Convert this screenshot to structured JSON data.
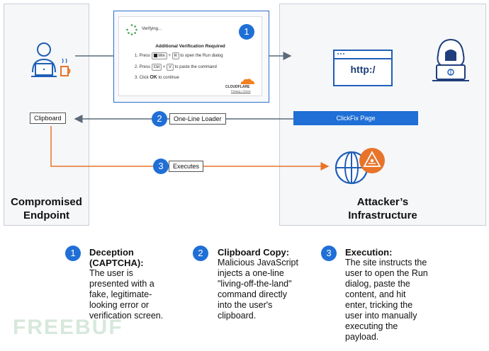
{
  "panels": {
    "left_title": [
      "Compromised",
      "Endpoint"
    ],
    "right_title": [
      "Attacker’s",
      "Infrastructure"
    ]
  },
  "captcha": {
    "verifying": "Verifying...",
    "title": "Additional Verification Required",
    "step1_prefix": "1. Press",
    "step1_key1": "Win",
    "step1_key2": "R",
    "step1_suffix": "to open the Run dialog",
    "step2_prefix": "2. Press",
    "step2_key1": "Ctrl",
    "step2_key2": "V",
    "step2_suffix": "to paste the command",
    "step3_prefix": "3. Click",
    "step3_bold": "OK",
    "step3_suffix": "to continue",
    "plus": "+",
    "brand": "CLOUDFLARE",
    "brand_links": "Privacy • Terms"
  },
  "badges": {
    "one": "1",
    "two": "2",
    "three": "3"
  },
  "labels": {
    "clipboard": "Clipboard",
    "loader": "One-Line Loader",
    "executes": "Executes",
    "clickfix_page": "ClickFix Page",
    "browser_text": "http:/"
  },
  "steps": [
    {
      "num": "1",
      "head": [
        "Deception",
        "(CAPTCHA):"
      ],
      "body": [
        "The user is",
        "presented with a",
        "fake, legitimate-",
        "looking error or",
        "verification screen."
      ]
    },
    {
      "num": "2",
      "head": [
        "Clipboard Copy:"
      ],
      "body": [
        "Malicious JavaScript",
        "injects a one-line",
        "\"living-off-the-land\"",
        "command directly",
        "into the user's",
        "clipboard."
      ]
    },
    {
      "num": "3",
      "head": [
        "Execution:"
      ],
      "body": [
        "The site instructs the",
        "user to open the Run",
        "dialog, paste the",
        "content, and hit",
        "enter, tricking the",
        "user into manually",
        "executing the",
        "payload."
      ]
    }
  ],
  "watermark": "FREEBUF",
  "colors": {
    "blue": "#1f6fd6",
    "orange": "#e8742a",
    "gray_arrow": "#5a6a7a",
    "panel_bg": "#f6f7f9"
  }
}
